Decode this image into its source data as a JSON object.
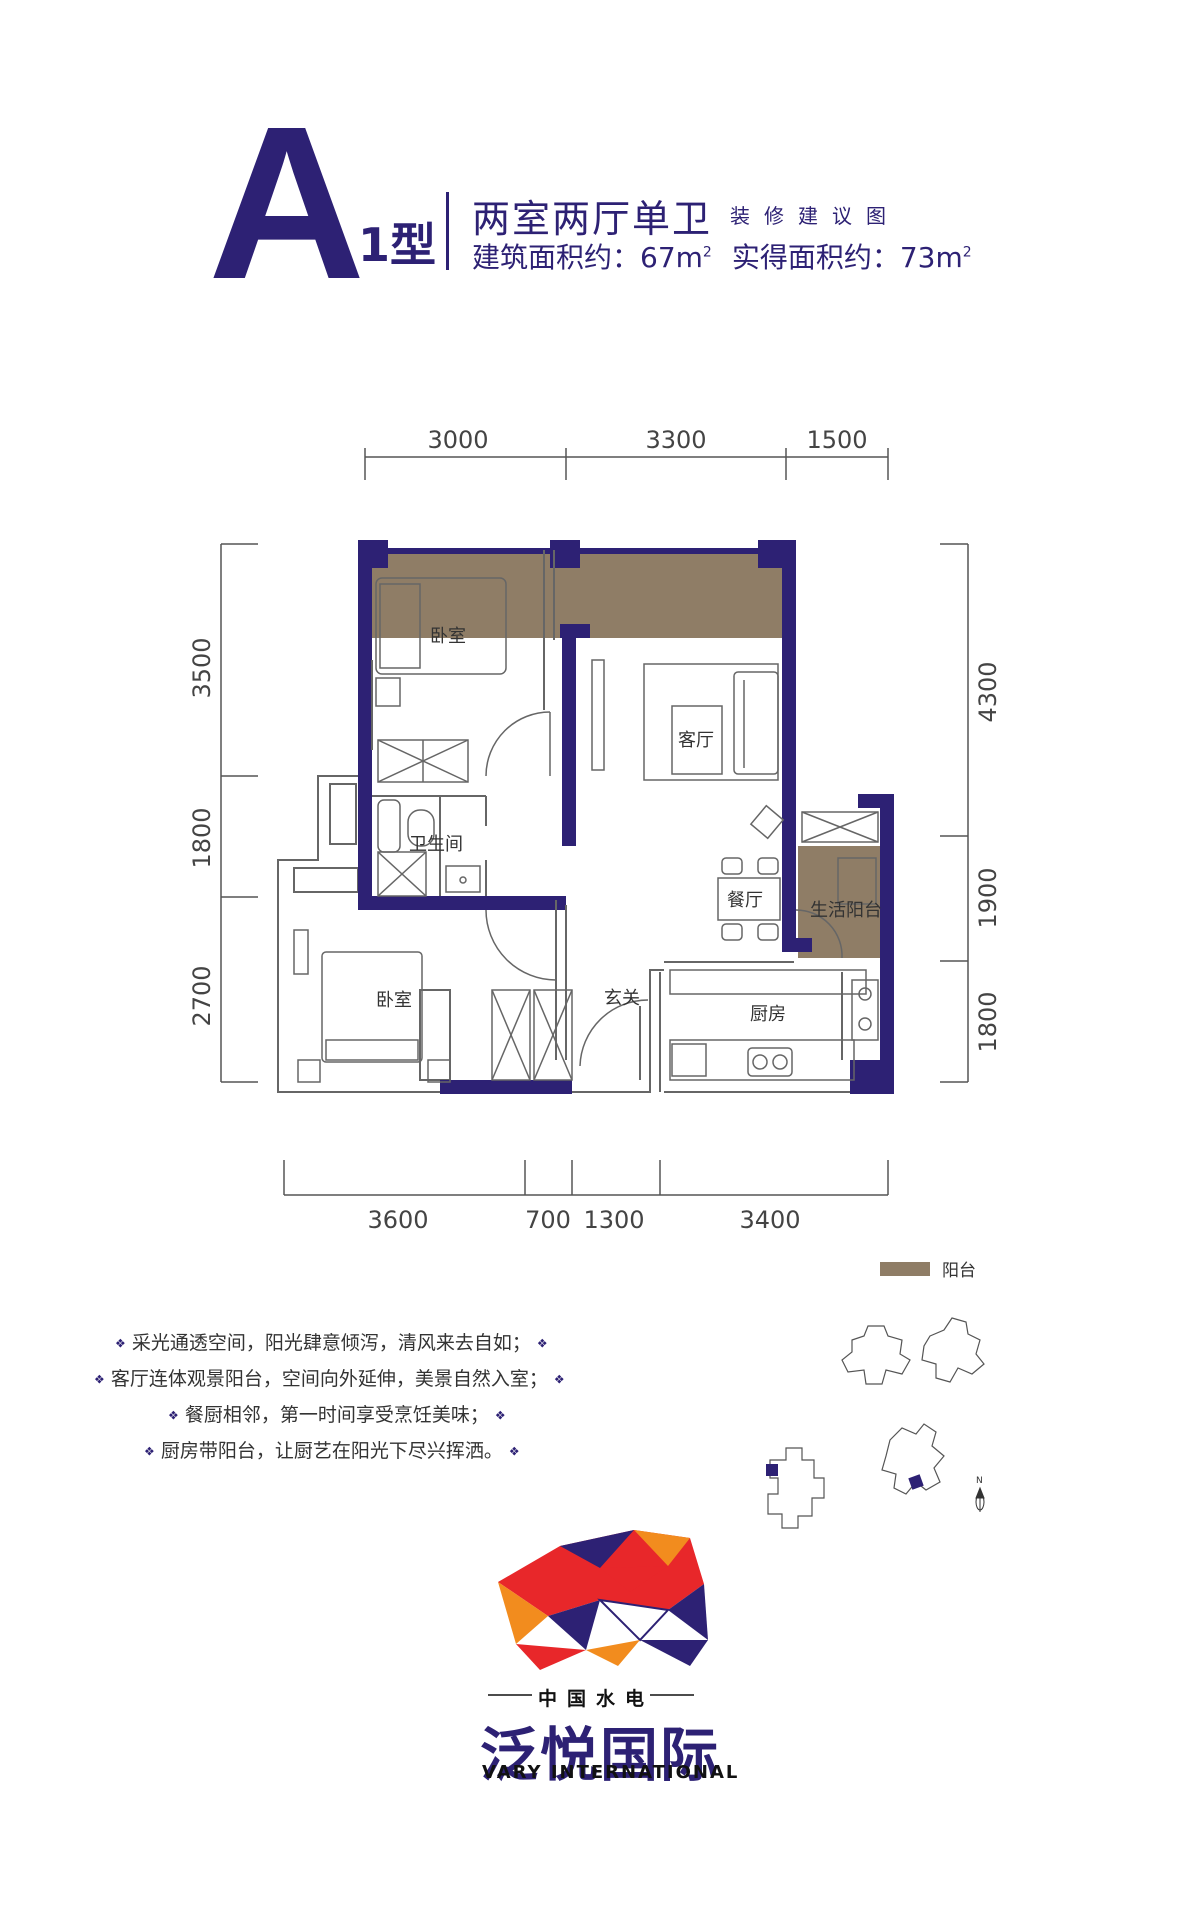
{
  "header": {
    "type_letter": "A",
    "type_suffix": "1型",
    "layout": "两室两厅单卫",
    "design_note": "装修建议图",
    "built_area_label": "建筑面积约：67m",
    "built_area_sup": "2",
    "actual_area_label": "实得面积约：73m",
    "actual_area_sup": "2"
  },
  "dimensions": {
    "top": [
      "3000",
      "3300",
      "1500"
    ],
    "bottom": [
      "3600",
      "700",
      "1300",
      "3400"
    ],
    "left": [
      "3500",
      "1800",
      "2700"
    ],
    "right": [
      "4300",
      "1900",
      "1800"
    ]
  },
  "rooms": {
    "bedroom_top": "卧室",
    "living_room": "客厅",
    "bathroom": "卫生间",
    "dining": "餐厅",
    "utility_balcony": "生活阳台",
    "bedroom_bottom": "卧室",
    "foyer": "玄关",
    "kitchen": "厨房"
  },
  "legend": {
    "label": "阳台",
    "color": "#8f7d66"
  },
  "features": [
    "采光通透空间，阳光肆意倾泻，清风来去自如；",
    "客厅连体观景阳台，空间向外延伸，美景自然入室；",
    "餐厨相邻，第一时间享受烹饪美味；",
    "厨房带阳台，让厨艺在阳光下尽兴挥洒。"
  ],
  "compass": {
    "north": "N"
  },
  "brand": {
    "sub": "中国水电",
    "name": "泛悦国际",
    "english": "VARY INTERNATIONAL"
  },
  "colors": {
    "wall": "#2d2174",
    "balcony": "#8f7d66"
  }
}
